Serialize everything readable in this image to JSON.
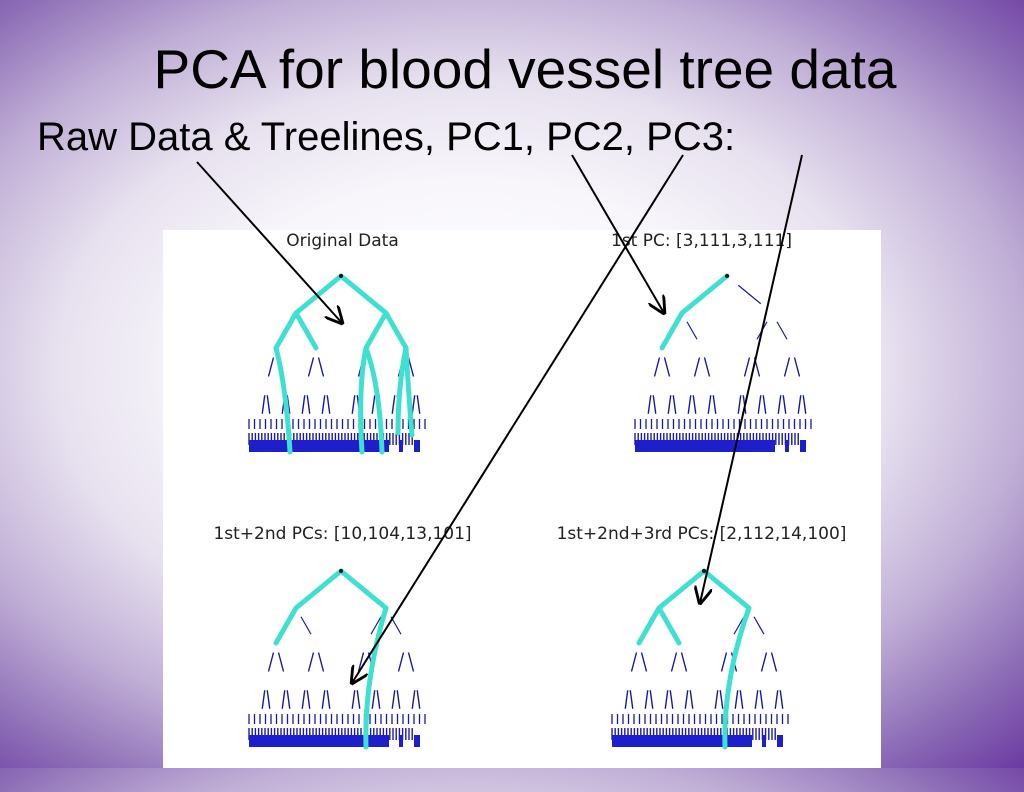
{
  "slide": {
    "title": "PCA for blood vessel tree data",
    "subtitle": "Raw Data  &  Treelines, PC1, PC2, PC3:"
  },
  "colors": {
    "highlight": "#3fe0d0",
    "tree_structure": "#1a1aa0",
    "arrow": "#000000"
  },
  "panels": [
    {
      "id": "original",
      "caption": "Original Data",
      "highlight": "original"
    },
    {
      "id": "pc1",
      "caption": "1st PC: [3,111,3,111]",
      "highlight": "pc1"
    },
    {
      "id": "pc12",
      "caption": "1st+2nd PCs: [10,104,13,101]",
      "highlight": "pc12"
    },
    {
      "id": "pc123",
      "caption": "1st+2nd+3rd PCs: [2,112,14,100]",
      "highlight": "pc123"
    }
  ]
}
